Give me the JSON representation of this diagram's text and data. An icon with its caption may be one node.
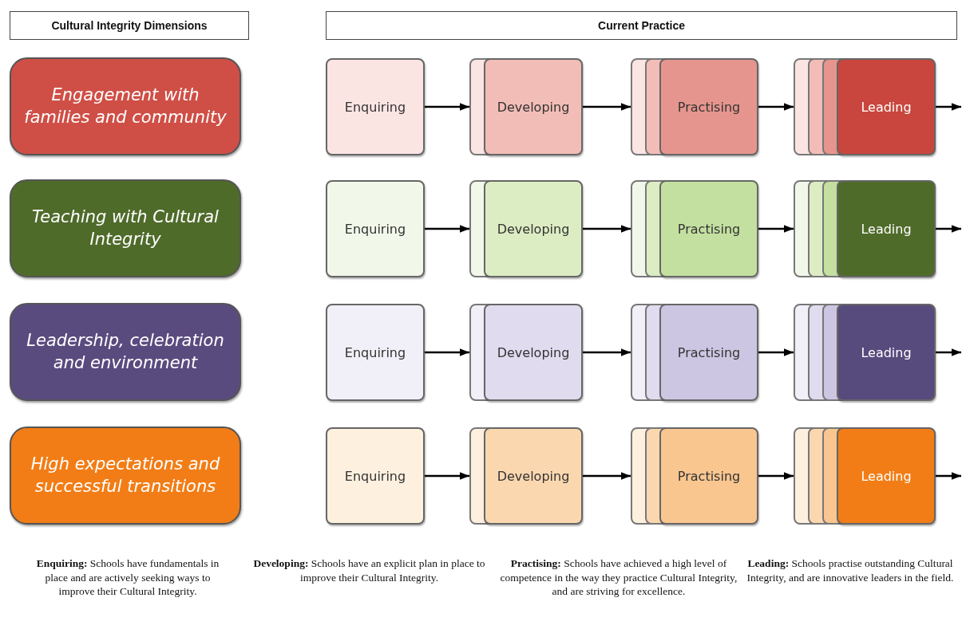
{
  "diagram": {
    "nodes": [
      {
        "text": [
          "Cultural Integrity Dimensions"
        ]
      },
      {
        "text": [
          "Current Practice"
        ]
      },
      {
        "text": [
          "Engagement with families and community"
        ]
      },
      {
        "text": [
          "Enquiring"
        ]
      },
      {
        "text": [
          "Developing"
        ]
      },
      {
        "text": [
          "Practising"
        ]
      },
      {
        "text": [
          "Leading"
        ]
      },
      {
        "text": [
          "Teaching with Cultural Integrity"
        ]
      },
      {
        "text": [
          "Enquiring"
        ]
      },
      {
        "text": [
          "Developing"
        ]
      },
      {
        "text": [
          "Practising"
        ]
      },
      {
        "text": [
          "Leading"
        ]
      },
      {
        "text": [
          "Leadership, celebration and environment"
        ]
      },
      {
        "text": [
          "Enquiring"
        ]
      },
      {
        "text": [
          "Developing"
        ]
      },
      {
        "text": [
          "Practising"
        ]
      },
      {
        "text": [
          "Leading"
        ]
      },
      {
        "text": [
          "High expectations and successful transitions"
        ]
      },
      {
        "text": [
          "Enquiring"
        ]
      },
      {
        "text": [
          "Developing"
        ]
      },
      {
        "text": [
          "Practising"
        ]
      },
      {
        "text": [
          "Leading"
        ]
      }
    ],
    "edges": [
      {
        "from": 3,
        "to": 4,
        "arrow": "to"
      },
      {
        "from": 4,
        "to": 5,
        "arrow": "to"
      },
      {
        "from": 5,
        "to": 6,
        "arrow": "to"
      },
      {
        "from": 6,
        "to": null,
        "arrow": "to"
      },
      {
        "from": 8,
        "to": 9,
        "arrow": "to"
      },
      {
        "from": 9,
        "to": 10,
        "arrow": "to"
      },
      {
        "from": 10,
        "to": 11,
        "arrow": "to"
      },
      {
        "from": 11,
        "to": null,
        "arrow": "to"
      },
      {
        "from": 13,
        "to": 14,
        "arrow": "to"
      },
      {
        "from": 14,
        "to": 15,
        "arrow": "to"
      },
      {
        "from": 15,
        "to": 16,
        "arrow": "to"
      },
      {
        "from": 16,
        "to": null,
        "arrow": "to"
      },
      {
        "from": 18,
        "to": 19,
        "arrow": "to"
      },
      {
        "from": 19,
        "to": 20,
        "arrow": "to"
      },
      {
        "from": 20,
        "to": 21,
        "arrow": "to"
      },
      {
        "from": 21,
        "to": null,
        "arrow": "to"
      }
    ],
    "labels": [
      "**Enquiring:** Schools have fundamentals in place and are actively seeking ways to improve their Cultural Integrity.",
      "**Developing:** Schools have an explicit plan in place to improve their Cultural Integrity.",
      "**Practising:** Schools have achieved a high level of competence in the way they practice Cultural Integrity, and are striving for excellence.",
      "**Leading:** Schools practise outstanding Cultural Integrity, and are innovative leaders in the field."
    ]
  }
}
